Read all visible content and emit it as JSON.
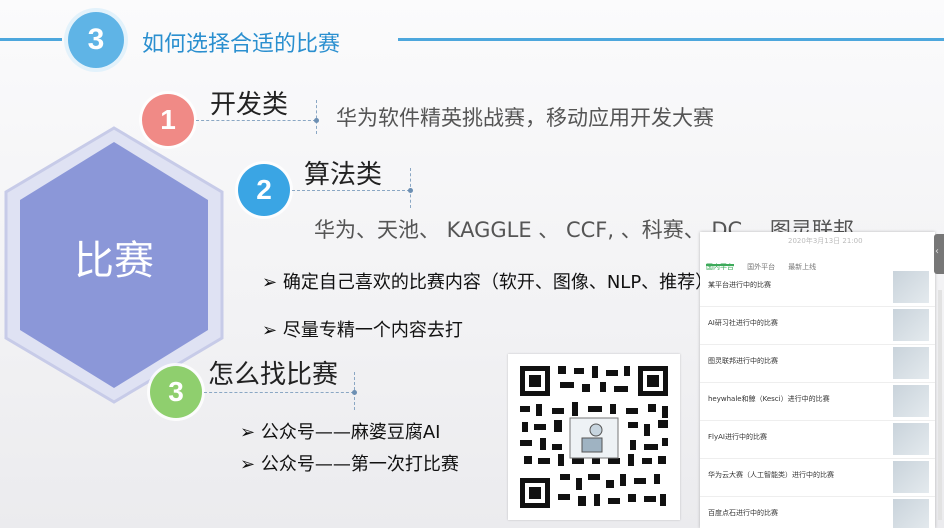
{
  "header": {
    "number": "3",
    "title": "如何选择合适的比赛"
  },
  "hexagon_label": "比赛",
  "categories": [
    {
      "num": "1",
      "label": "开发类",
      "desc": "华为软件精英挑战赛，移动应用开发大赛",
      "color": "#f08a86"
    },
    {
      "num": "2",
      "label": "算法类",
      "desc": "华为、天池、 KAGGLE 、 CCF, 、科赛、 DC 、图灵联邦",
      "color": "#3aa5e4"
    },
    {
      "num": "3",
      "label": "怎么找比赛",
      "color": "#8fcf6e"
    }
  ],
  "tips": [
    "确定自己喜欢的比赛内容（软开、图像、NLP、推荐）",
    "尽量专精一个内容去打"
  ],
  "find_items": [
    "公众号——麻婆豆腐AI",
    "公众号——第一次打比赛"
  ],
  "panel": {
    "date": "2020年3月13日 21:00",
    "tabs": [
      "国内平台",
      "国外平台",
      "最新上线"
    ],
    "rows": [
      "某平台进行中的比赛",
      "AI研习社进行中的比赛",
      "图灵联邦进行中的比赛",
      "heywhale和鲸（Kesci）进行中的比赛",
      "FlyAI进行中的比赛",
      "华为云大赛（人工智能类）进行中的比赛",
      "百度点石进行中的比赛"
    ]
  },
  "colors": {
    "accent": "#4da7dd",
    "hexagon": "#8b97d8"
  }
}
